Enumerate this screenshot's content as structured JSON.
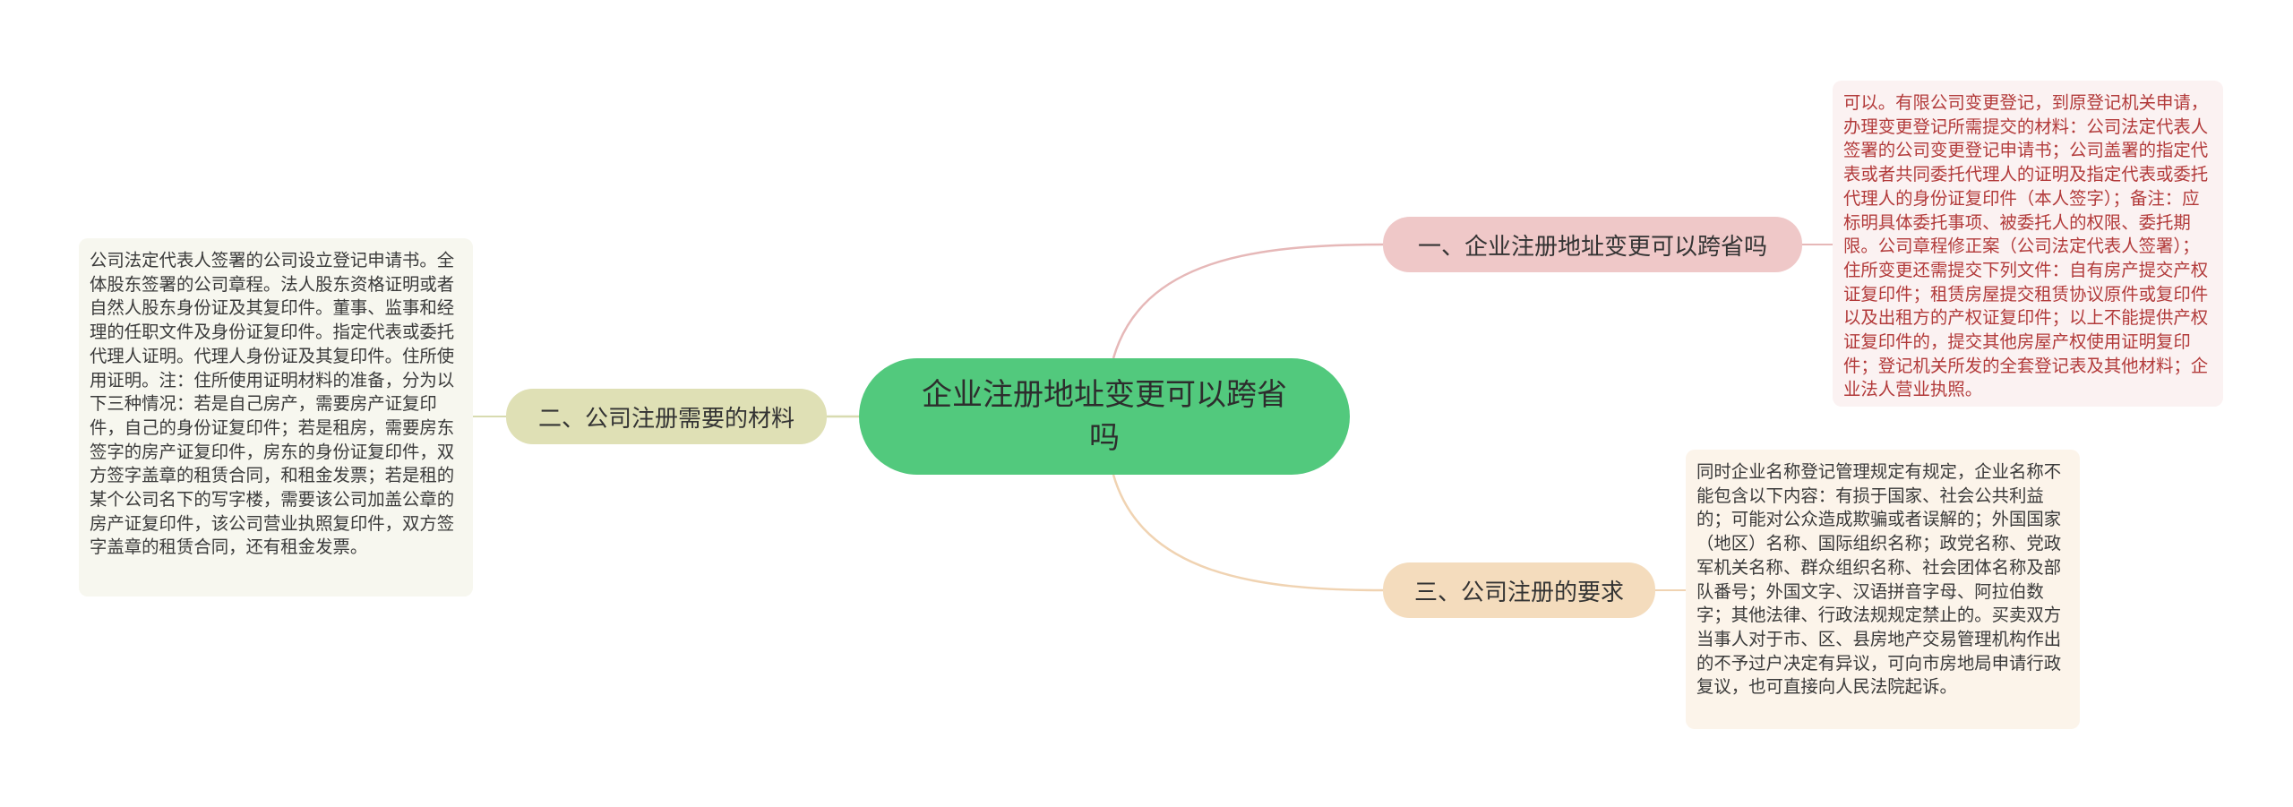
{
  "colors": {
    "center": "#52c97d",
    "branch_1": "#efc8c8",
    "branch_2": "#dfe0b5",
    "branch_3": "#f4dcbd",
    "leaf_1_text": "#b23a3a",
    "connector_1": "#e6b8b8",
    "connector_2": "#d8dbb0",
    "connector_3": "#f0d3b2"
  },
  "mindmap": {
    "center": "企业注册地址变更可以跨省吗",
    "branches": [
      {
        "label": "一、企业注册地址变更可以跨省吗",
        "detail": "可以。有限公司变更登记，到原登记机关申请，办理变更登记所需提交的材料：公司法定代表人签署的公司变更登记申请书；公司盖署的指定代表或者共同委托代理人的证明及指定代表或委托代理人的身份证复印件（本人签字）；备注：应标明具体委托事项、被委托人的权限、委托期限。公司章程修正案（公司法定代表人签署）；住所变更还需提交下列文件：自有房产提交产权证复印件；租赁房屋提交租赁协议原件或复印件以及出租方的产权证复印件；以上不能提供产权证复印件的，提交其他房屋产权使用证明复印件；登记机关所发的全套登记表及其他材料；企业法人营业执照。"
      },
      {
        "label": "二、公司注册需要的材料",
        "detail": "公司法定代表人签署的公司设立登记申请书。全体股东签署的公司章程。法人股东资格证明或者自然人股东身份证及其复印件。董事、监事和经理的任职文件及身份证复印件。指定代表或委托代理人证明。代理人身份证及其复印件。住所使用证明。注：住所使用证明材料的准备，分为以下三种情况：若是自己房产，需要房产证复印件，自己的身份证复印件；若是租房，需要房东签字的房产证复印件，房东的身份证复印件，双方签字盖章的租赁合同，和租金发票；若是租的某个公司名下的写字楼，需要该公司加盖公章的房产证复印件，该公司营业执照复印件，双方签字盖章的租赁合同，还有租金发票。"
      },
      {
        "label": "三、公司注册的要求",
        "detail": "同时企业名称登记管理规定有规定，企业名称不能包含以下内容：有损于国家、社会公共利益的；可能对公众造成欺骗或者误解的；外国国家（地区）名称、国际组织名称；政党名称、党政军机关名称、群众组织名称、社会团体名称及部队番号；外国文字、汉语拼音字母、阿拉伯数字；其他法律、行政法规规定禁止的。买卖双方当事人对于市、区、县房地产交易管理机构作出的不予过户决定有异议，可向市房地局申请行政复议，也可直接向人民法院起诉。"
      }
    ]
  }
}
